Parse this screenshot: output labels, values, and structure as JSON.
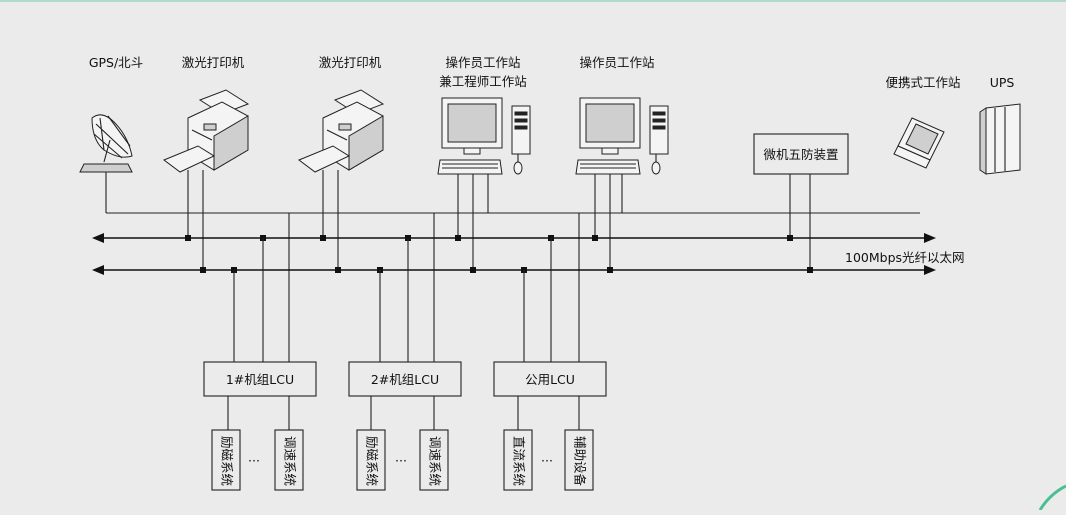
{
  "devices": {
    "gps": "GPS/北斗",
    "printer1": "激光打印机",
    "printer2": "激光打印机",
    "workstation1_line1": "操作员工作站",
    "workstation1_line2": "兼工程师工作站",
    "workstation2": "操作员工作站",
    "antimisop": "微机五防装置",
    "portable": "便携式工作站",
    "ups": "UPS"
  },
  "network_label": "100Mbps光纤以太网",
  "lcus": [
    {
      "label": "1#机组LCU",
      "sub": [
        "励磁系统",
        "调速系统"
      ]
    },
    {
      "label": "2#机组LCU",
      "sub": [
        "励磁系统",
        "调速系统"
      ]
    },
    {
      "label": "公用LCU",
      "sub": [
        "直流系统",
        "辅助设备"
      ]
    }
  ],
  "ellipsis": "···",
  "colors": {
    "background": "#ebebeb",
    "line": "#222222",
    "accent_arc": "#4bbf8f"
  }
}
